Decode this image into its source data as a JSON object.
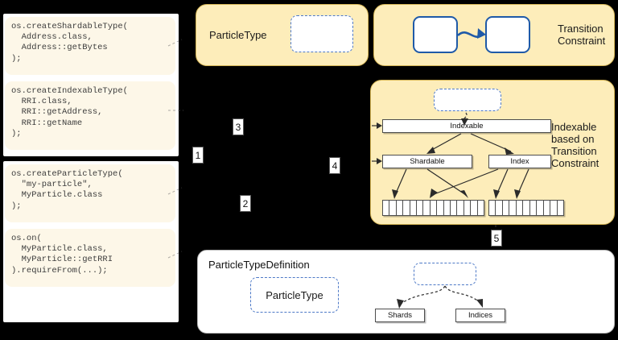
{
  "diagram": {
    "title": "ParticleType / Transition Constraint / Indexable mapping",
    "accent_yellow": "#fdedba",
    "accent_yellow_border": "#d6b656",
    "accent_blue": "#4d79c7",
    "accent_blue_solid": "#1f5aa8"
  },
  "code_panels": [
    {
      "name": "top",
      "cards": [
        {
          "id": "shardable",
          "text": "os.createShardableType(\n  Address.class,\n  Address::getBytes\n);"
        },
        {
          "id": "indexable",
          "text": "os.createIndexableType(\n  RRI.class,\n  RRI::getAddress,\n  RRI::getName\n);"
        }
      ]
    },
    {
      "name": "bottom",
      "cards": [
        {
          "id": "particletype",
          "text": "os.createParticleType(\n  \"my-particle\",\n  MyParticle.class\n);"
        },
        {
          "id": "on",
          "text": "os.on(\n  MyParticle.class,\n  MyParticle::getRRI\n).requireFrom(...);"
        }
      ]
    }
  ],
  "panels": {
    "particle_type": {
      "label": "ParticleType",
      "slot_label": ""
    },
    "transition_constraint": {
      "label": "Transition\nConstraint",
      "label_line1": "Transition",
      "label_line2": "Constraint",
      "node_a_label": "",
      "node_b_label": ""
    },
    "indexable": {
      "label_line1": "Indexable",
      "label_line2": "based on",
      "label_line3": "Transition",
      "label_line4": "Constraint",
      "slot_label": "",
      "boxes": {
        "root": "Indexable",
        "left": "Shardable",
        "right": "Index"
      },
      "segment_bars": [
        {
          "name": "shards-bar",
          "segments": 15
        },
        {
          "name": "indices-bar",
          "segments": 11
        }
      ]
    },
    "particle_type_definition": {
      "title": "ParticleTypeDefinition",
      "particle_type_box": "ParticleType",
      "slot_label": "",
      "leaves": [
        {
          "label": "Shards"
        },
        {
          "label": "Indices"
        }
      ]
    }
  },
  "markers": [
    {
      "id": "marker-1",
      "label": "1"
    },
    {
      "id": "marker-2",
      "label": "2"
    },
    {
      "id": "marker-3",
      "label": "3"
    },
    {
      "id": "marker-4",
      "label": "4"
    },
    {
      "id": "marker-5",
      "label": "5"
    }
  ]
}
